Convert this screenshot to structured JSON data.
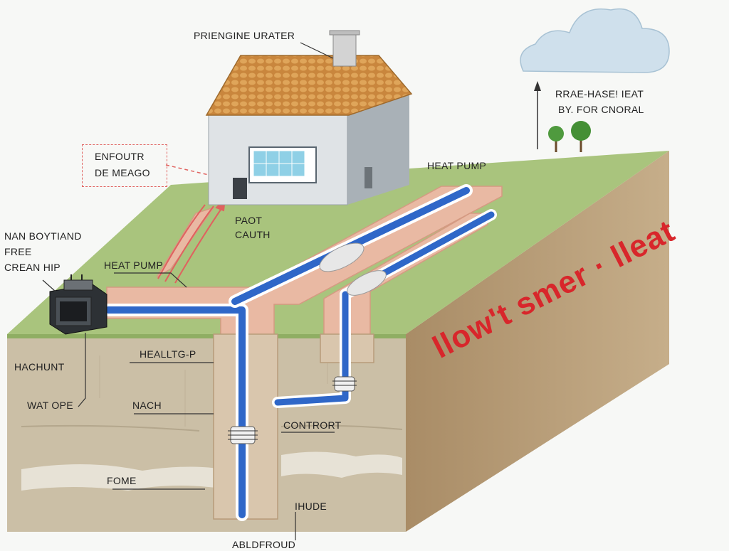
{
  "labels": {
    "house_top": "PRIENGINE URATER",
    "cloud_caption_line1": "RRAE-HASE! IEAT",
    "cloud_caption_line2": "BY. FOR CNORAL",
    "dashed_box_line1": "ENFOUTR",
    "dashed_box_line2": "DE MEAGO",
    "heat_pump_right": "HEAT PUMP",
    "pact_line1": "PAOT",
    "pact_line2": "CAUTH",
    "left_top_line1": "NAN BOYTIAND",
    "left_top_line2": "FREE",
    "left_top_line3": "CREAN HIP",
    "heat_pump_left": "HEAT PUMP",
    "hachunt": "HACHUNT",
    "wat_ope": "WAT OPE",
    "healltg": "HEALLTG-P",
    "nach": "NACH",
    "contrort": "CONTRORT",
    "fome": "FOME",
    "ihude": "IHUDE",
    "abldfroud": "ABLDFROUD",
    "big_title": "llow't smer · lleat"
  },
  "colors": {
    "grass": "#a9c47d",
    "soil_front": "#cbbfa6",
    "soil_side": "#b89f7c",
    "pipe_blue": "#2f67c8",
    "trench": "#e9b9a3",
    "roof": "#c9863d",
    "accent_red": "#d8262b"
  }
}
